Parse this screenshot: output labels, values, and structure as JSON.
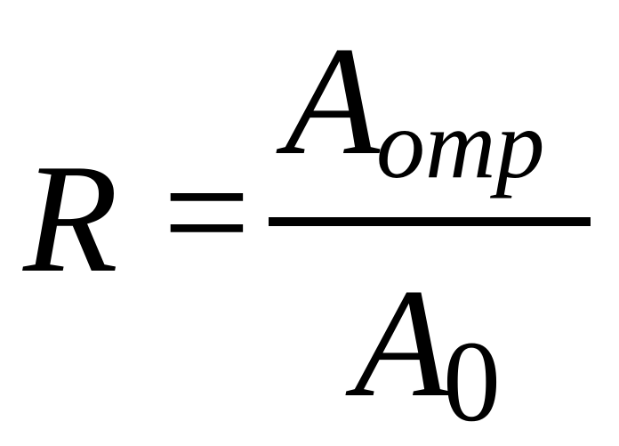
{
  "formula": {
    "lhs": "R",
    "equals": "=",
    "numerator": {
      "base": "A",
      "subscript": "omp"
    },
    "denominator": {
      "base": "A",
      "subscript": "0"
    }
  }
}
